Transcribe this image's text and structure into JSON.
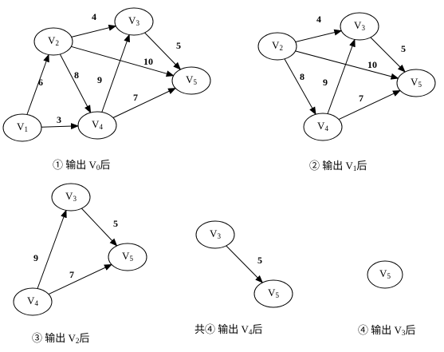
{
  "panels": [
    {
      "caption": {
        "num": "①",
        "pre": "输出 V",
        "sub": "0",
        "post": "后"
      },
      "nodes": [
        {
          "id": "V2",
          "base": "V",
          "sub": "2"
        },
        {
          "id": "V3",
          "base": "V",
          "sub": "3"
        },
        {
          "id": "V5",
          "base": "V",
          "sub": "5"
        },
        {
          "id": "V1",
          "base": "V",
          "sub": "1"
        },
        {
          "id": "V4",
          "base": "V",
          "sub": "4"
        }
      ],
      "edges": [
        {
          "from": "V2",
          "to": "V3",
          "weight": "4"
        },
        {
          "from": "V3",
          "to": "V5",
          "weight": "5"
        },
        {
          "from": "V2",
          "to": "V5",
          "weight": "10"
        },
        {
          "from": "V1",
          "to": "V2",
          "weight": "6"
        },
        {
          "from": "V2",
          "to": "V4",
          "weight": "8"
        },
        {
          "from": "V4",
          "to": "V3",
          "weight": "9"
        },
        {
          "from": "V1",
          "to": "V4",
          "weight": "3"
        },
        {
          "from": "V4",
          "to": "V5",
          "weight": "7"
        }
      ]
    },
    {
      "caption": {
        "num": "②",
        "pre": "输出 V",
        "sub": "1",
        "post": "后"
      },
      "nodes": [
        {
          "id": "V2",
          "base": "V",
          "sub": "2"
        },
        {
          "id": "V3",
          "base": "V",
          "sub": "3"
        },
        {
          "id": "V5",
          "base": "V",
          "sub": "5"
        },
        {
          "id": "V4",
          "base": "V",
          "sub": "4"
        }
      ],
      "edges": [
        {
          "from": "V2",
          "to": "V3",
          "weight": "4"
        },
        {
          "from": "V3",
          "to": "V5",
          "weight": "5"
        },
        {
          "from": "V2",
          "to": "V5",
          "weight": "10"
        },
        {
          "from": "V2",
          "to": "V4",
          "weight": "8"
        },
        {
          "from": "V4",
          "to": "V3",
          "weight": "9"
        },
        {
          "from": "V4",
          "to": "V5",
          "weight": "7"
        }
      ]
    },
    {
      "caption": {
        "num": "③",
        "pre": "输出 V",
        "sub": "2",
        "post": "后"
      },
      "nodes": [
        {
          "id": "V3",
          "base": "V",
          "sub": "3"
        },
        {
          "id": "V5",
          "base": "V",
          "sub": "5"
        },
        {
          "id": "V4",
          "base": "V",
          "sub": "4"
        }
      ],
      "edges": [
        {
          "from": "V3",
          "to": "V5",
          "weight": "5"
        },
        {
          "from": "V4",
          "to": "V3",
          "weight": "9"
        },
        {
          "from": "V4",
          "to": "V5",
          "weight": "7"
        }
      ]
    },
    {
      "caption": {
        "prefix": "共",
        "num": "④",
        "pre": "输出 V",
        "sub": "4",
        "post": "后"
      },
      "nodes": [
        {
          "id": "V3",
          "base": "V",
          "sub": "3"
        },
        {
          "id": "V5",
          "base": "V",
          "sub": "5"
        }
      ],
      "edges": [
        {
          "from": "V3",
          "to": "V5",
          "weight": "5"
        }
      ]
    },
    {
      "caption": {
        "num": "④",
        "pre": "输出 V",
        "sub": "3",
        "post": "后"
      },
      "nodes": [
        {
          "id": "V5",
          "base": "V",
          "sub": "5"
        }
      ],
      "edges": []
    }
  ]
}
